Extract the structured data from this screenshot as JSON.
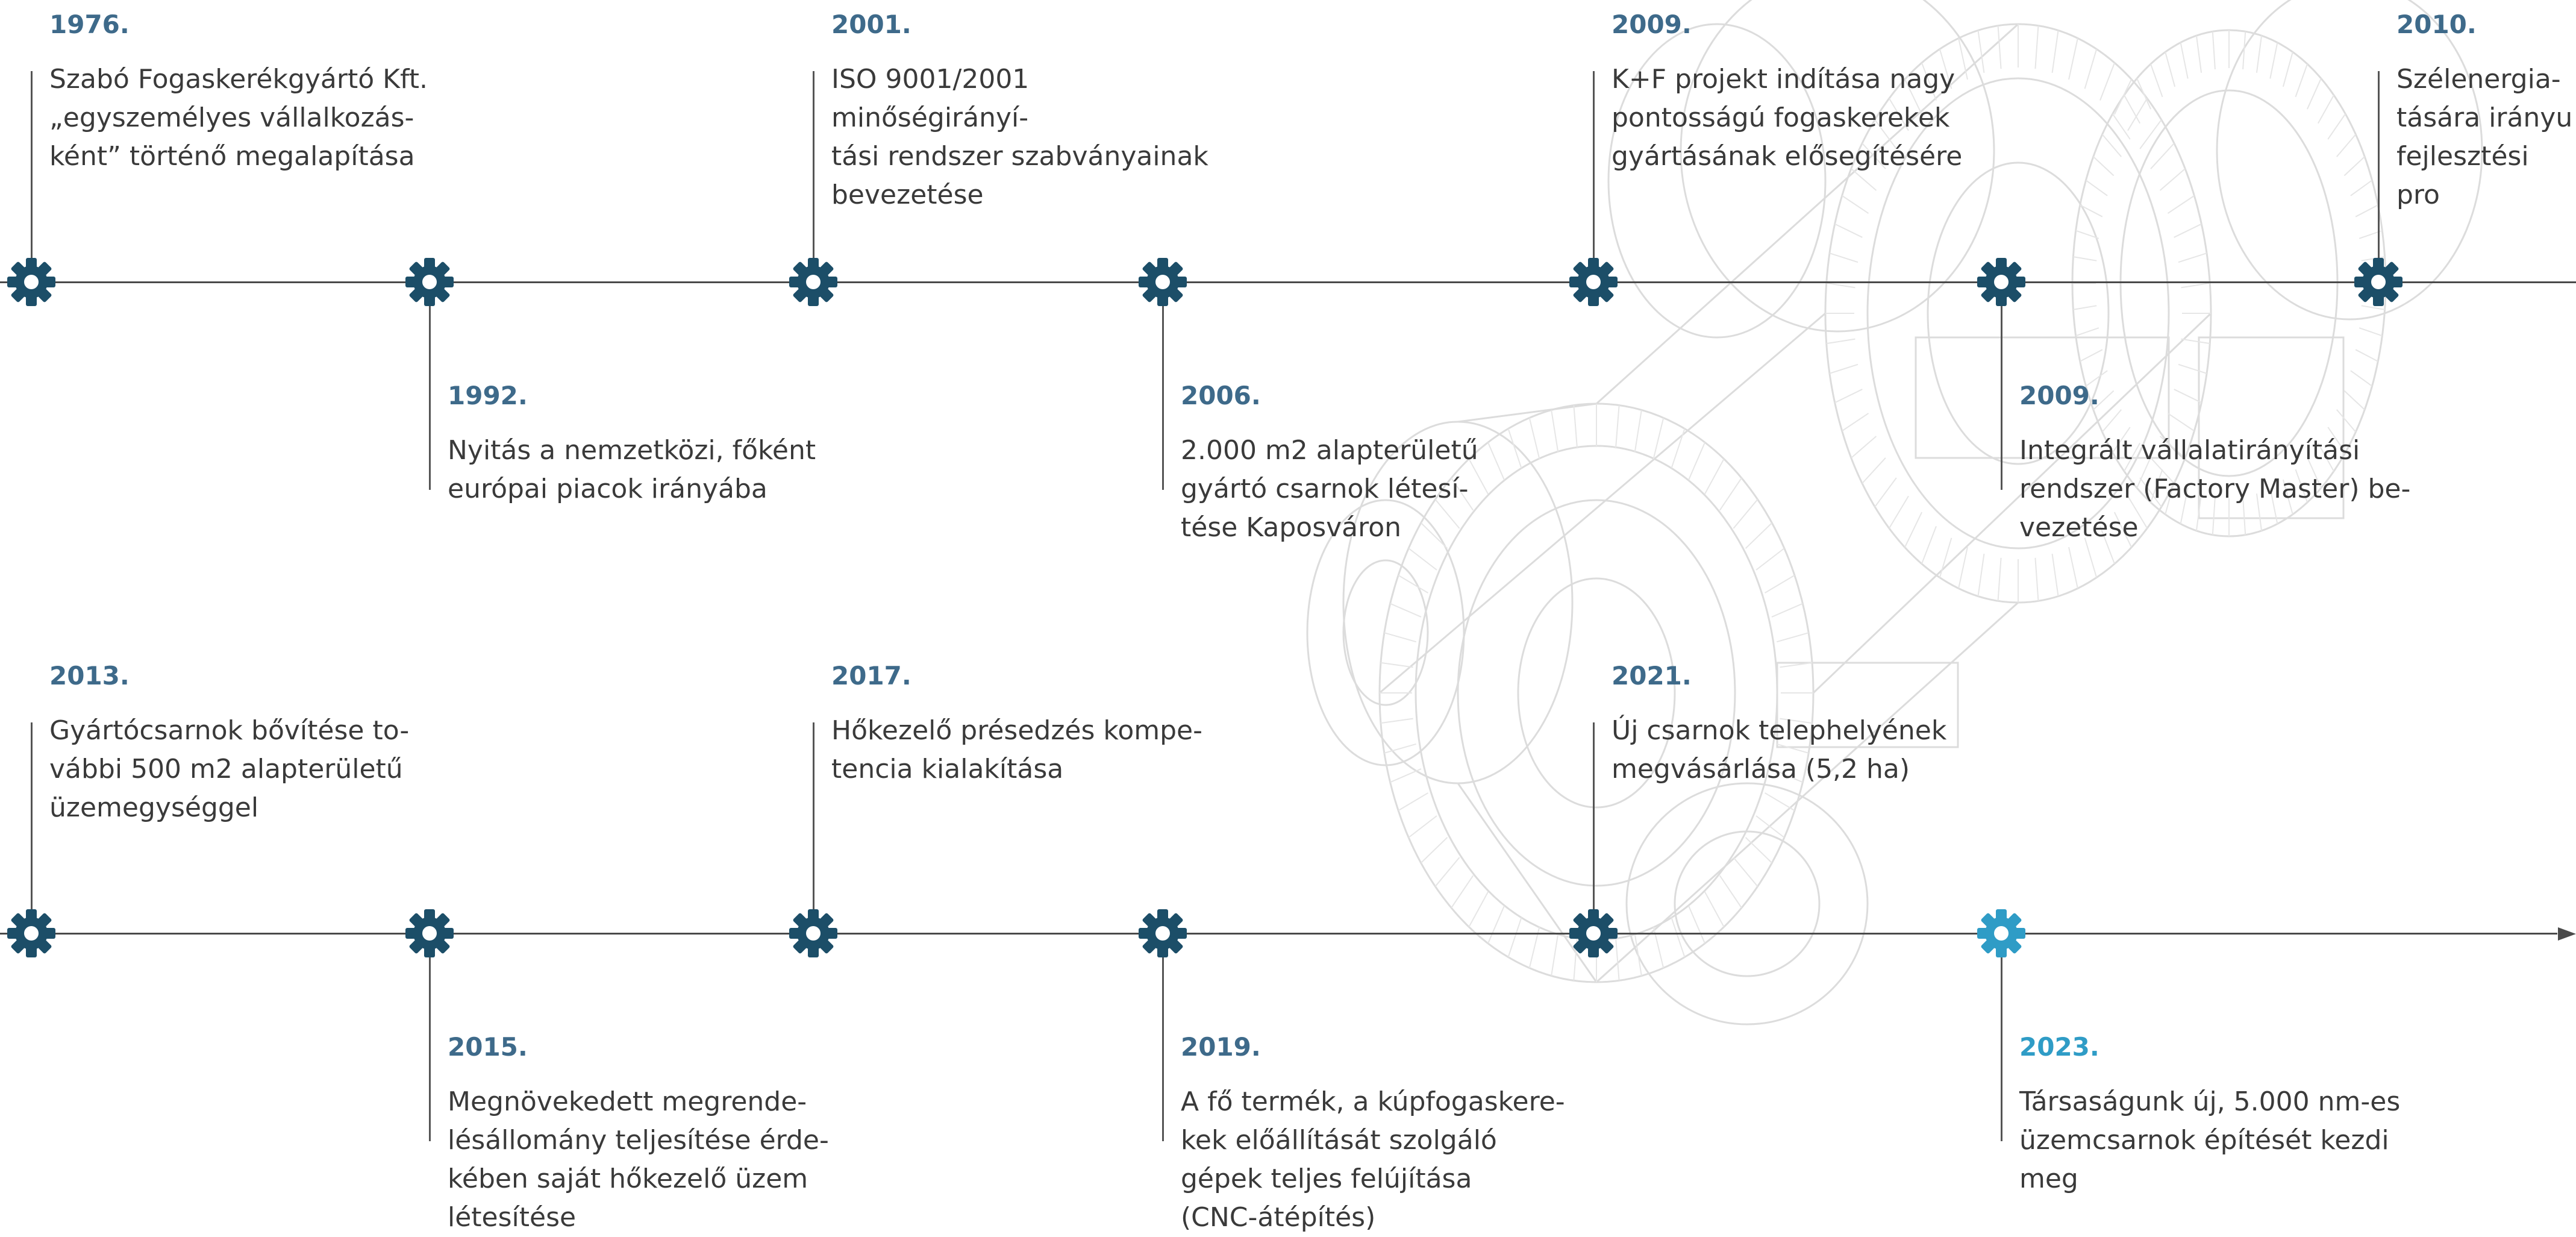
{
  "colors": {
    "gear": "#1c4e68",
    "gear_highlight": "#2f9cc6",
    "year": "#3e6a8a",
    "year_highlight": "#2f9cc6",
    "text": "#3a3a3a",
    "line": "#4a4a4a"
  },
  "icons": {
    "milestone": "gear-icon",
    "background": "gearbox-wireframe-drawing"
  },
  "rows": [
    {
      "milestones": [
        {
          "year": "1976.",
          "text": "Szabó Fogaskerékgyártó Kft.\n„egyszemélyes vállalkozás-\nként” történő megalapítása",
          "side": "above"
        },
        {
          "year": "1992.",
          "text": "Nyitás a nemzetközi, főként\neurópai piacok irányába",
          "side": "below"
        },
        {
          "year": "2001.",
          "text": "ISO 9001/2001 minőségirányí-\ntási rendszer szabványainak\nbevezetése",
          "side": "above"
        },
        {
          "year": "2006.",
          "text": "2.000 m2 alapterületű\ngyártó csarnok létesí-\ntése Kaposváron",
          "side": "below"
        },
        {
          "year": "2009.",
          "text": "K+F projekt indítása nagy\npontosságú fogaskerekek\ngyártásának elősegítésére",
          "side": "above"
        },
        {
          "year": "2009.",
          "text": "Integrált vállalatirányítási\nrendszer (Factory Master) be-\nvezetése",
          "side": "below"
        },
        {
          "year": "2010.",
          "text": "Szélenergia-\ntására irányu\nfejlesztési pro",
          "side": "above"
        }
      ]
    },
    {
      "milestones": [
        {
          "year": "2013.",
          "text": "Gyártócsarnok bővítése to-\nvábbi 500 m2 alapterületű\nüzemegységgel",
          "side": "above"
        },
        {
          "year": "2015.",
          "text": "Megnövekedett megrende-\nlésállomány teljesítése érde-\nkében saját hőkezelő üzem\nlétesítése",
          "side": "below"
        },
        {
          "year": "2017.",
          "text": "Hőkezelő présedzés kompe-\ntencia kialakítása",
          "side": "above"
        },
        {
          "year": "2019.",
          "text": "A fő termék, a kúpfogaskere-\nkek előállítását szolgáló\ngépek teljes felújítása\n(CNC-átépítés)",
          "side": "below"
        },
        {
          "year": "2021.",
          "text": "Új csarnok telephelyének\nmegvásárlása (5,2 ha)",
          "side": "above"
        },
        {
          "year": "2023.",
          "text": "Társaságunk új, 5.000 nm-es\nüzemcsarnok építését kezdi\nmeg",
          "side": "below",
          "highlight": true
        }
      ]
    }
  ]
}
